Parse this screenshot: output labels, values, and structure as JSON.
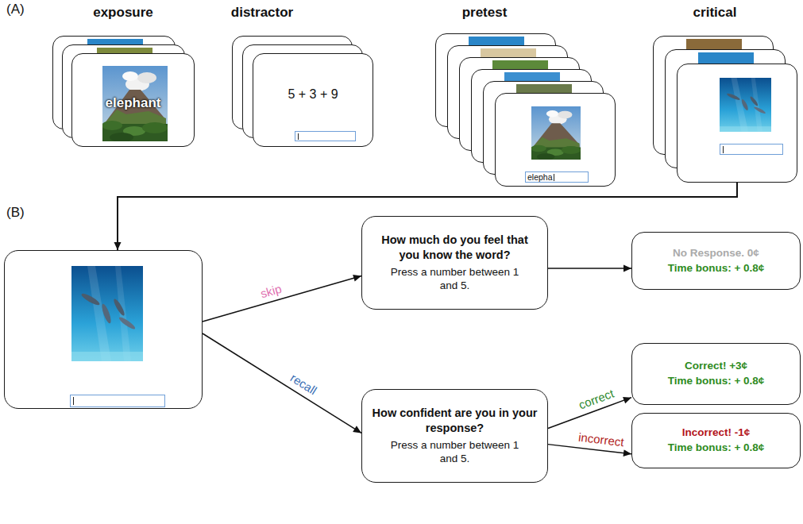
{
  "diagram": {
    "nodes": [
      {
        "text": [
          "exposure",
          "elephant"
        ]
      },
      {
        "text": [
          "distractor",
          "5 + 3 + 9"
        ]
      },
      {
        "text": [
          "pretest",
          "elepha"
        ]
      },
      {
        "text": [
          "critical"
        ]
      },
      {
        "text": []
      },
      {
        "text": [
          "How much do you feel that you know the word?",
          "Press a number between 1 and 5."
        ]
      },
      {
        "text": [
          "How confident are you in your response?",
          "Press a number between 1 and 5."
        ]
      },
      {
        "text": [
          "No Response. 0¢",
          "Time bonus: + 0.8¢"
        ]
      },
      {
        "text": [
          "Correct! +3¢",
          "Time bonus: + 0.8¢"
        ]
      },
      {
        "text": [
          "Incorrect! -1¢",
          "Time bonus: + 0.8¢"
        ]
      }
    ],
    "edges": [
      {
        "from": 3,
        "to": 4,
        "arrow": "to"
      },
      {
        "from": 4,
        "to": 5,
        "label": "skip",
        "arrow": "to"
      },
      {
        "from": 4,
        "to": 6,
        "label": "recall",
        "arrow": "to"
      },
      {
        "from": 5,
        "to": 7,
        "arrow": "to"
      },
      {
        "from": 6,
        "to": 8,
        "label": "correct",
        "arrow": "to"
      },
      {
        "from": 6,
        "to": 9,
        "label": "incorrect",
        "arrow": "to"
      }
    ],
    "labels": [
      "(A)",
      "(B)"
    ]
  }
}
